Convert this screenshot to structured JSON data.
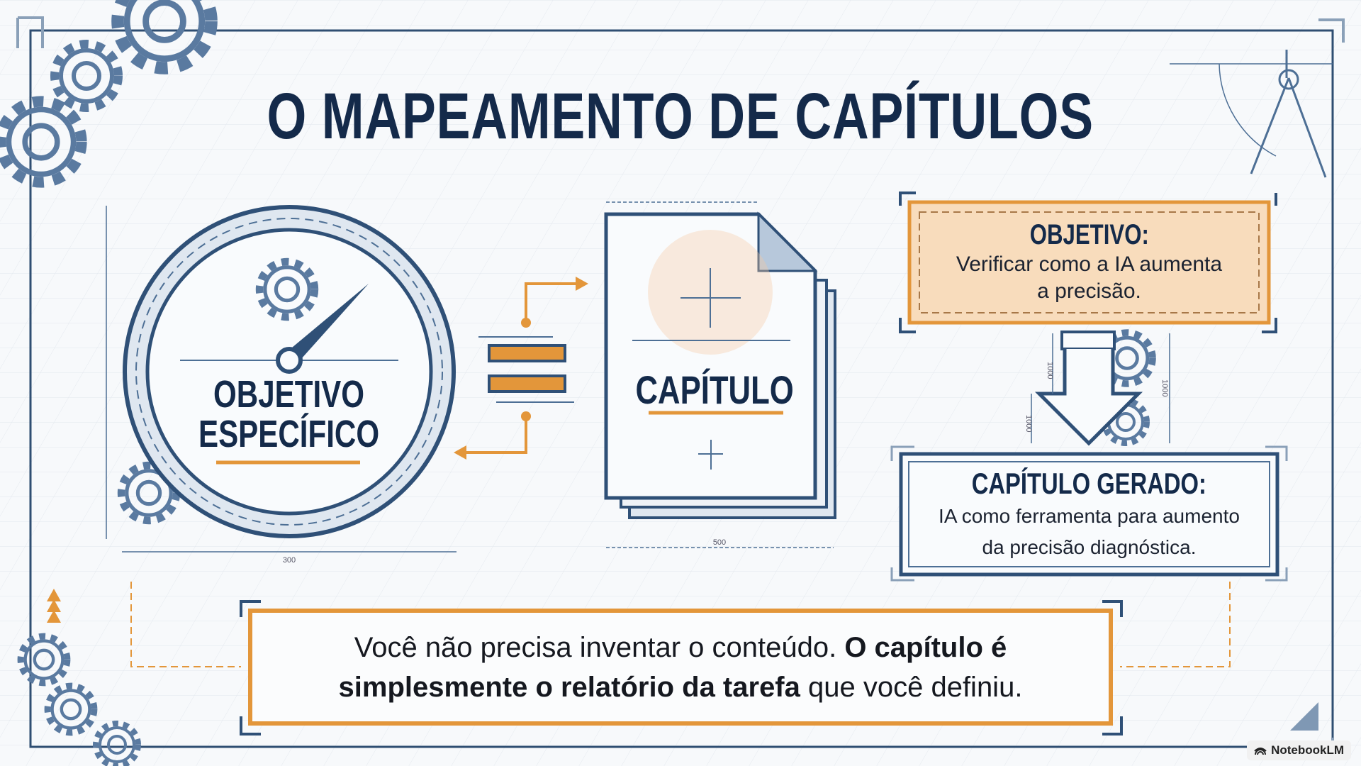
{
  "title": "O MAPEAMENTO DE CAPÍTULOS",
  "objective_circle": {
    "line1": "OBJETIVO",
    "line2": "ESPECÍFICO",
    "dimension": "300"
  },
  "document": {
    "label": "CAPÍTULO",
    "dimension": "500"
  },
  "objective_box": {
    "heading": "OBJETIVO:",
    "text_line1": "Verificar como a IA aumenta",
    "text_line2": "a precisão."
  },
  "arrow": {
    "dim1": "1000",
    "dim2": "1000",
    "dim3": "1000"
  },
  "generated_box": {
    "heading": "CAPÍTULO GERADO:",
    "text_line1": "IA como ferramenta para aumento",
    "text_line2": "da precisão diagnóstica."
  },
  "bottom": {
    "plain1": "Você não precisa inventar o conteúdo. ",
    "bold": "O capítulo é simplesmente o relatório da tarefa",
    "plain2": " que você definiu."
  },
  "badge": "NotebookLM",
  "colors": {
    "navy": "#142a4a",
    "blueprint": "#4d6f95",
    "orange": "#e3963a",
    "peach": "#f8dcbc"
  }
}
